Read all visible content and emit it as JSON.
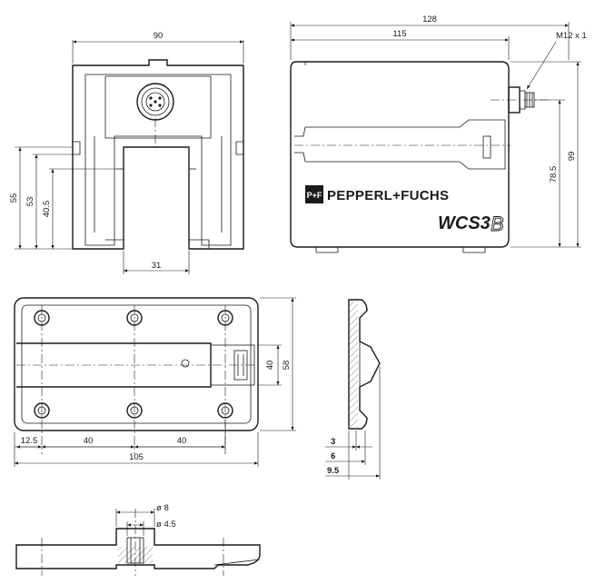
{
  "brand": {
    "logo_mark": "P+F",
    "name": "PEPPERL+FUCHS",
    "model": "WCS3",
    "model_suffix": "B"
  },
  "dimensions": {
    "front_width": "90",
    "front_height_55": "55",
    "front_height_53": "53",
    "front_height_40_5": "40.5",
    "slot_width": "31",
    "side_width_128": "128",
    "side_width_115": "115",
    "connector": "M12 x 1",
    "side_height_99": "99",
    "side_height_78_5": "78.5",
    "plate_height_40": "40",
    "plate_height_58": "58",
    "plate_offset": "12.5",
    "plate_pitch_1": "40",
    "plate_pitch_2": "40",
    "plate_length": "105",
    "profile_3": "3",
    "profile_6": "6",
    "profile_9_5": "9.5",
    "hole_outer": "ø 8",
    "hole_inner": "ø 4.5"
  },
  "colors": {
    "line": "#1a1a1a",
    "background": "#ffffff"
  }
}
